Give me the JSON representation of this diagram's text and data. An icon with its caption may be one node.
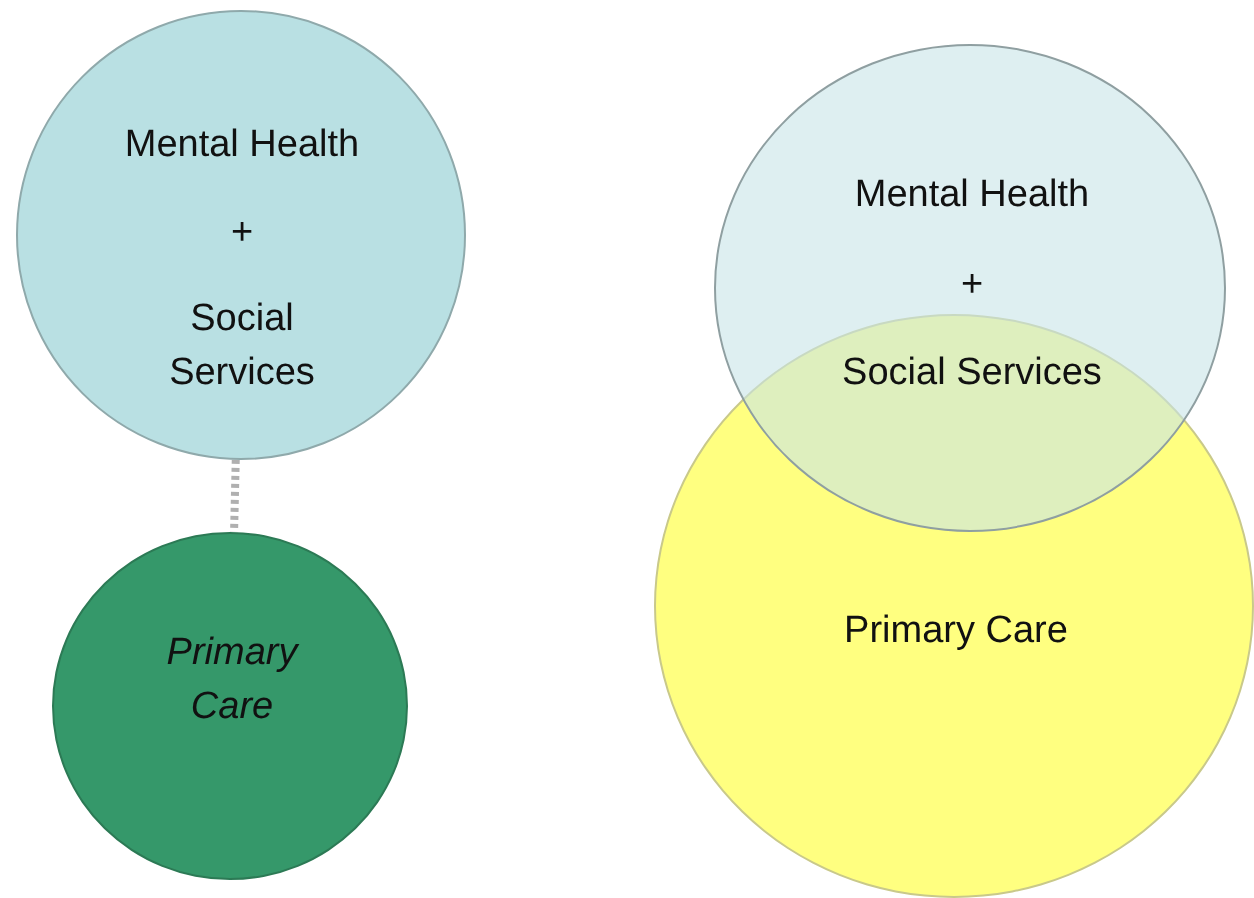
{
  "diagram": {
    "nodes": [
      {
        "text": [
          "Mental Health",
          "+",
          "Social Services"
        ]
      },
      {
        "text": [
          "Primary Care"
        ]
      },
      {
        "text": [
          "Mental Health",
          "+",
          "Social Services"
        ]
      },
      {
        "text": [
          "Primary Care"
        ]
      }
    ],
    "edges": [
      {
        "from": 0,
        "to": 1,
        "arrow": "none",
        "style": "dashed"
      }
    ]
  }
}
